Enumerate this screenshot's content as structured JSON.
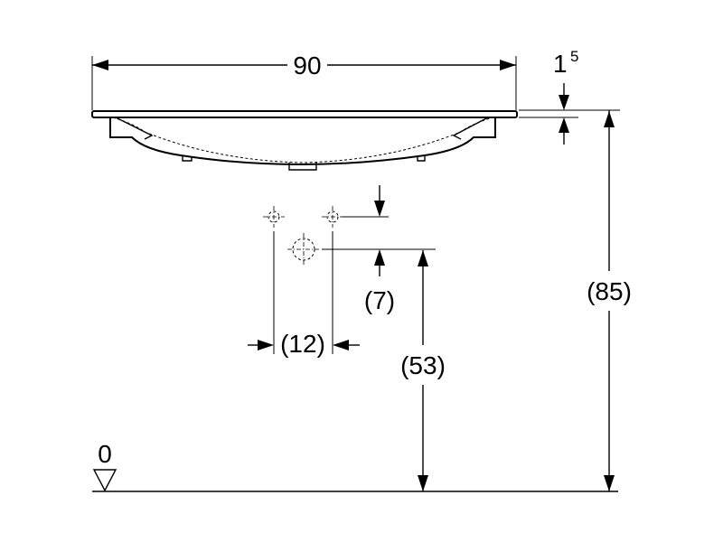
{
  "dimensions": {
    "width_label": "90",
    "rim_thickness_main": "1",
    "rim_thickness_sup": "5",
    "height_total_label": "(85)",
    "drain_height_label": "(53)",
    "tap_offset_label": "(7)",
    "tap_spacing_label": "(12)",
    "floor_level_label": "0"
  }
}
